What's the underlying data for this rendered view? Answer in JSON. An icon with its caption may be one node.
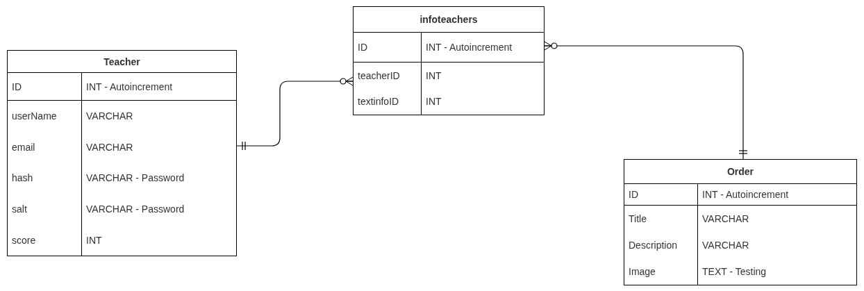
{
  "diagram": {
    "nodes": [
      {
        "text": [
          "Teacher",
          "ID",
          "INT - Autoincrement",
          "userName",
          "VARCHAR",
          "email",
          "VARCHAR",
          "hash",
          "VARCHAR - Password",
          "salt",
          "VARCHAR - Password",
          "score",
          "INT"
        ]
      },
      {
        "text": [
          "infoteachers",
          "ID",
          "INT - Autoincrement",
          "teacherID",
          "INT",
          "textinfoID",
          "INT"
        ]
      },
      {
        "text": [
          "Order",
          "ID",
          "INT - Autoincrement",
          "Title",
          "VARCHAR",
          "Description",
          "VARCHAR",
          "Image",
          "TEXT - Testing"
        ]
      }
    ],
    "edges": [
      {
        "from": 0,
        "to": 1,
        "arrow": "other"
      },
      {
        "from": 1,
        "to": 2,
        "arrow": "other"
      }
    ]
  }
}
